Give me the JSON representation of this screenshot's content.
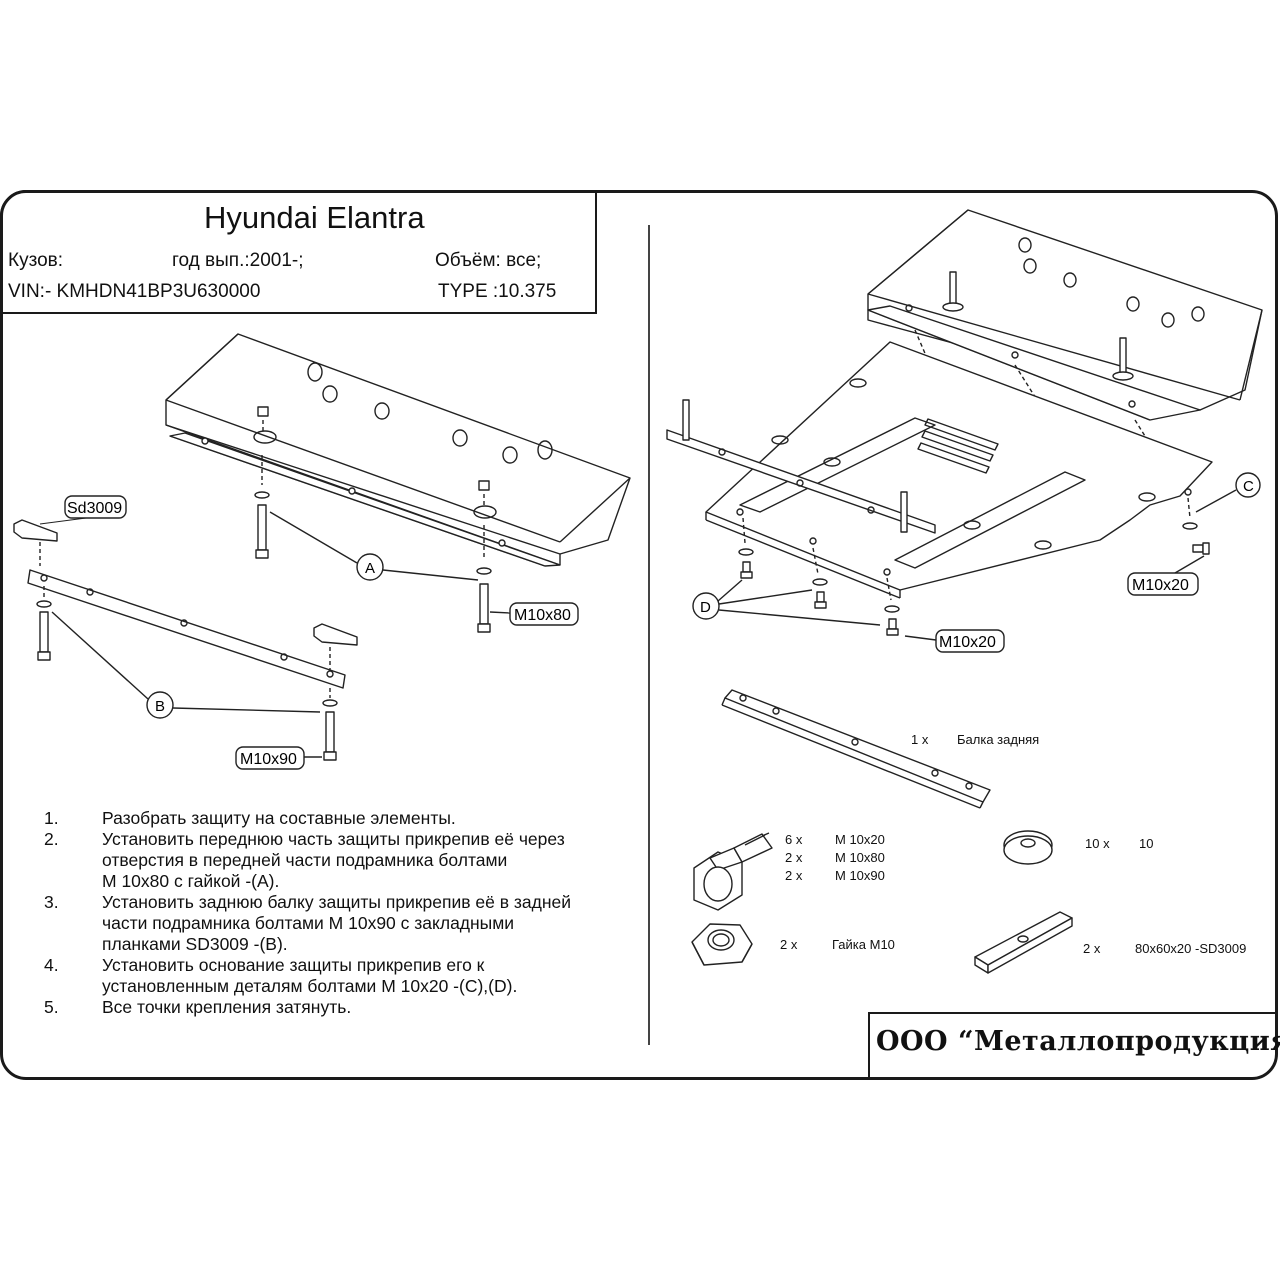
{
  "header": {
    "title": "Hyundai  Elantra",
    "body_label": "Кузов:",
    "year": "год вып.:2001-;",
    "volume": "Объём: все;",
    "vin": "VIN:-  KMHDN41BP3U630000",
    "type": "TYPE :10.375"
  },
  "callouts": {
    "sd3009": "Sd3009",
    "a": "A",
    "b": "B",
    "c": "C",
    "d": "D",
    "m10x80": "M10x80",
    "m10x90": "M10x90",
    "m10x20_right": "M10x20",
    "m10x20_bottom": "M10x20"
  },
  "instructions": [
    {
      "num": "1.",
      "text": "Разобрать защиту на составные элементы."
    },
    {
      "num": "2.",
      "text": "Установить переднюю часть защиты прикрепив её через\nотверстия в передней части подрамника болтами\nМ 10x80 с гайкой -(A)."
    },
    {
      "num": "3.",
      "text": "Установить заднюю балку защиты прикрепив её в задней\nчасти подрамника болтами М 10x90 с закладными\nпланками SD3009 -(B)."
    },
    {
      "num": "4.",
      "text": "Установить основание защиты прикрепив его к\nустановленным деталям болтами М 10x20 -(C),(D)."
    },
    {
      "num": "5.",
      "text": "Все точки крепления затянуть."
    }
  ],
  "parts": {
    "beam_qty": "1 x",
    "beam_name": "Балка задняя",
    "bolts": [
      {
        "qty": "6 x",
        "name": "M 10x20"
      },
      {
        "qty": "2 x",
        "name": "M 10x80"
      },
      {
        "qty": "2 x",
        "name": "M 10x90"
      }
    ],
    "washer_qty": "10 x",
    "washer_name": "10",
    "nut_qty": "2 x",
    "nut_name": "Гайка М10",
    "plate_qty": "2 x",
    "plate_name": "80x60x20 -SD3009"
  },
  "brand": "ООО “Металлопродукция”"
}
